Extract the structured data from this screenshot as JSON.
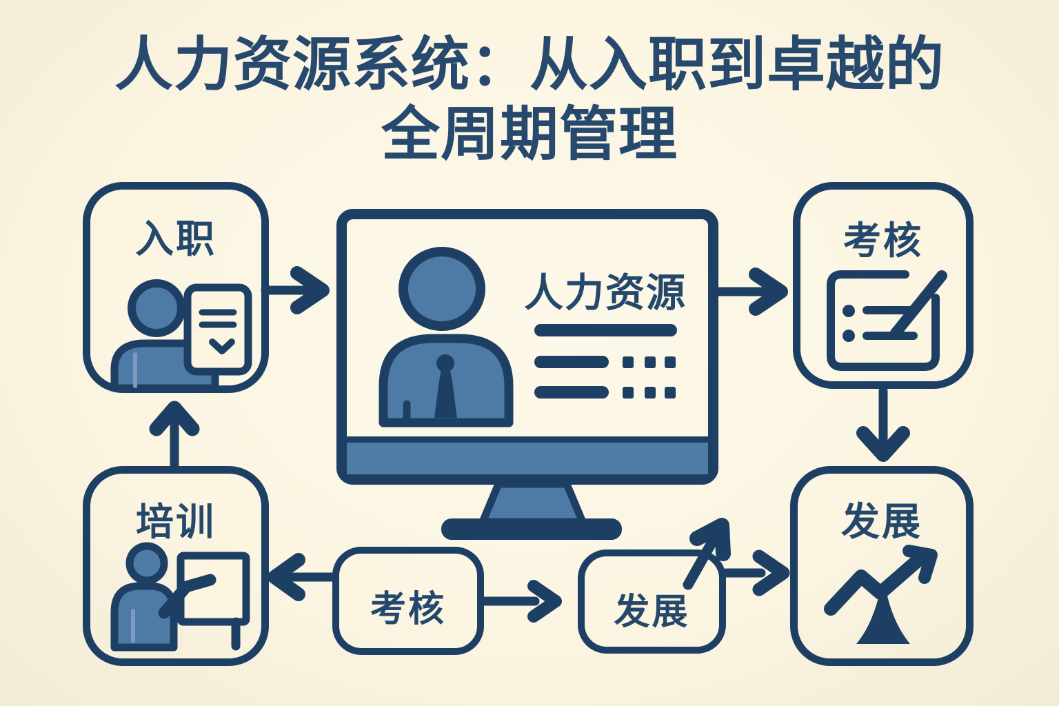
{
  "title": {
    "line1": "人力资源系统：从入职到卓越的",
    "line2": "全周期管理"
  },
  "nodes": {
    "hr": {
      "label": "人力资源",
      "icon": "user-profile-icon"
    },
    "onboarding": {
      "label": "入职",
      "icon": "person-with-document-icon"
    },
    "assessment": {
      "label": "考核",
      "icon": "checklist-check-icon"
    },
    "training": {
      "label": "培训",
      "icon": "presenter-whiteboard-icon"
    },
    "development": {
      "label": "发展",
      "icon": "growth-zigzag-arrow-icon"
    },
    "assessment_step": {
      "label": "考核"
    },
    "development_step": {
      "label": "发展",
      "icon": "up-right-arrow-icon"
    }
  },
  "flow": [
    "onboarding -> hr",
    "hr -> assessment",
    "assessment -> development",
    "training -> onboarding",
    "assessment_step -> training",
    "assessment_step -> development_step",
    "development_step -> development"
  ],
  "colors": {
    "background": "#fbf5e2",
    "line_navy": "#1c3f63",
    "title_navy": "#27496e",
    "person_blue": "#4e7ba6",
    "monitor_bar_blue": "#4f7ca4"
  }
}
